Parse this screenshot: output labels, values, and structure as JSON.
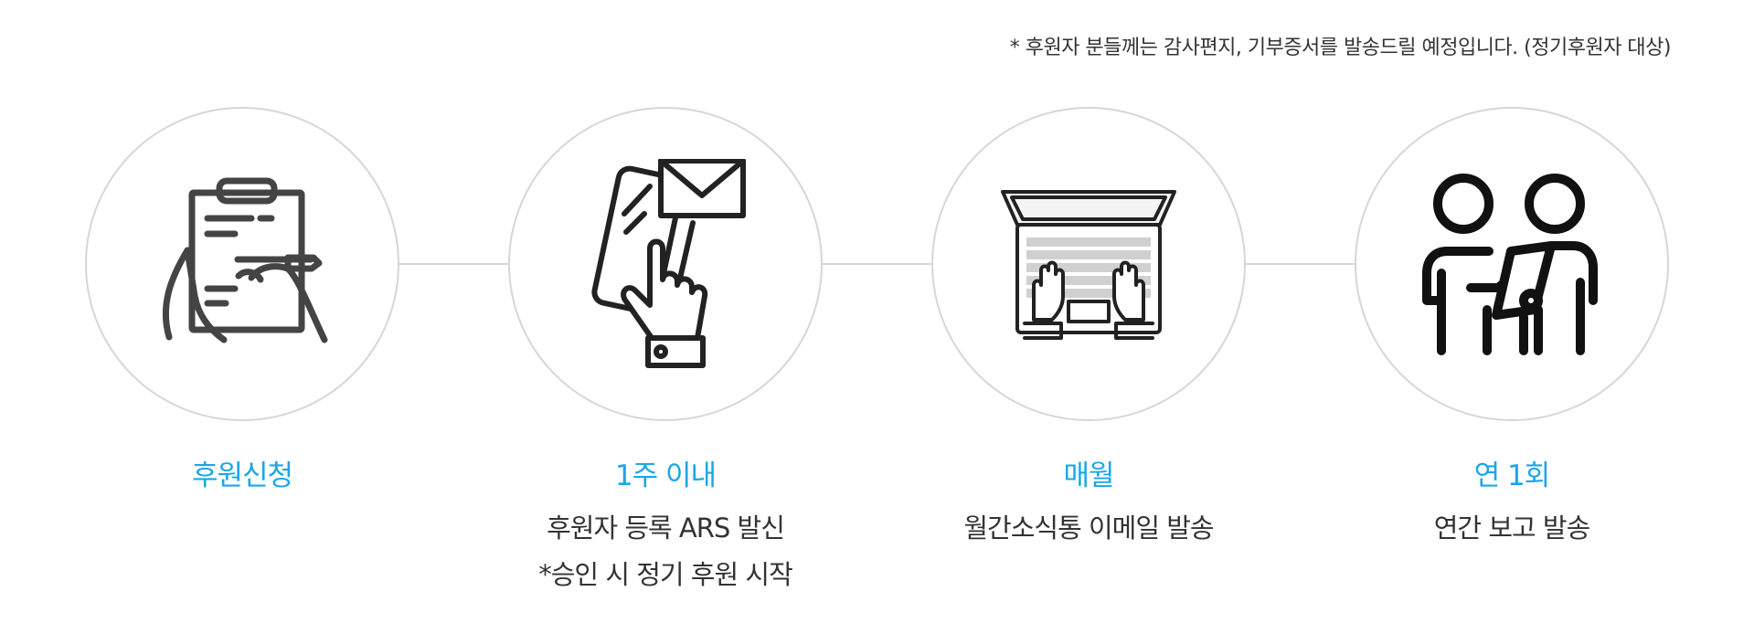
{
  "note": "* 후원자 분들께는 감사편지, 기부증서를 발송드릴 예정입니다. (정기후원자 대상)",
  "steps": [
    {
      "icon": "clipboard-writing-icon",
      "title": "후원신청",
      "lines": []
    },
    {
      "icon": "phone-envelope-tap-icon",
      "title": "1주 이내",
      "lines": [
        "후원자 등록 ARS 발신",
        "*승인 시 정기 후원 시작"
      ]
    },
    {
      "icon": "laptop-typing-icon",
      "title": "매월",
      "lines": [
        "월간소식통 이메일 발송"
      ]
    },
    {
      "icon": "two-people-report-icon",
      "title": "연 1회",
      "lines": [
        "연간 보고 발송"
      ]
    }
  ],
  "colors": {
    "accent": "#19a7e6",
    "text": "#333333",
    "circle_border": "#d6d6d6",
    "icon_stroke": "#222222"
  }
}
